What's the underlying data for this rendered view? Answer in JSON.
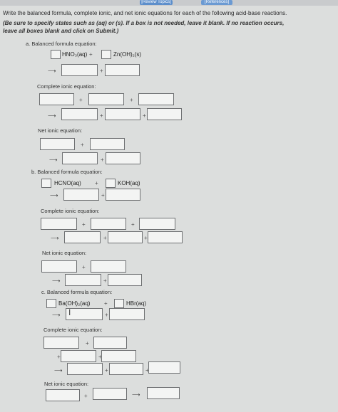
{
  "nav": {
    "review_topics": "[Review Topics]",
    "references": "[References]"
  },
  "instructions": {
    "main": "Write the balanced formula, complete ionic, and net ionic equations for each of the following acid-base reactions.",
    "note_line1": "(Be sure to specify states such as (aq) or (s). If a box is not needed, leave it blank. If no reaction occurs,",
    "note_line2": "leave all boxes blank and click on Submit.)"
  },
  "symbols": {
    "plus": "+",
    "arrow": "⟶"
  },
  "part_a": {
    "balanced_label": "a. Balanced formula equation:",
    "reactant1": "HNO₃(aq)",
    "reactant2": "Zn(OH)₂(s)",
    "complete_label": "Complete ionic equation:",
    "net_label": "Net ionic equation:"
  },
  "part_b": {
    "balanced_label": "b. Balanced formula equation:",
    "reactant1": "HCNO(aq)",
    "reactant2": "KOH(aq)",
    "complete_label": "Complete ionic equation:",
    "net_label": "Net ionic equation:"
  },
  "part_c": {
    "balanced_label": "c. Balanced formula equation:",
    "reactant1": "Ba(OH)₂(aq)",
    "reactant2": "HBr(aq)",
    "complete_label": "Complete ionic equation:",
    "net_label": "Net ionic equation:"
  }
}
